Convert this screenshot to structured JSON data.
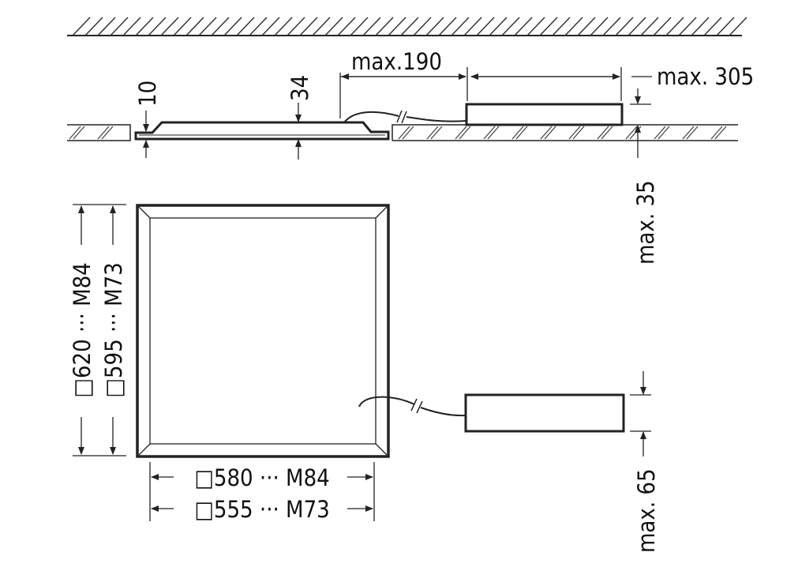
{
  "section_view": {
    "dim_flange": "10",
    "dim_height": "34",
    "dim_cable": "max.190",
    "dim_driver_length": "max. 305",
    "dim_driver_height": "max. 35"
  },
  "plan_view": {
    "dim_outer_vertical": "□620 ··· M84",
    "dim_inner_vertical": "□595 ··· M73",
    "dim_outer_horizontal": "□580 ··· M84",
    "dim_inner_horizontal": "□555 ··· M73",
    "dim_driver_width": "max. 65"
  },
  "colors": {
    "line": "#222222",
    "background": "#ffffff"
  }
}
